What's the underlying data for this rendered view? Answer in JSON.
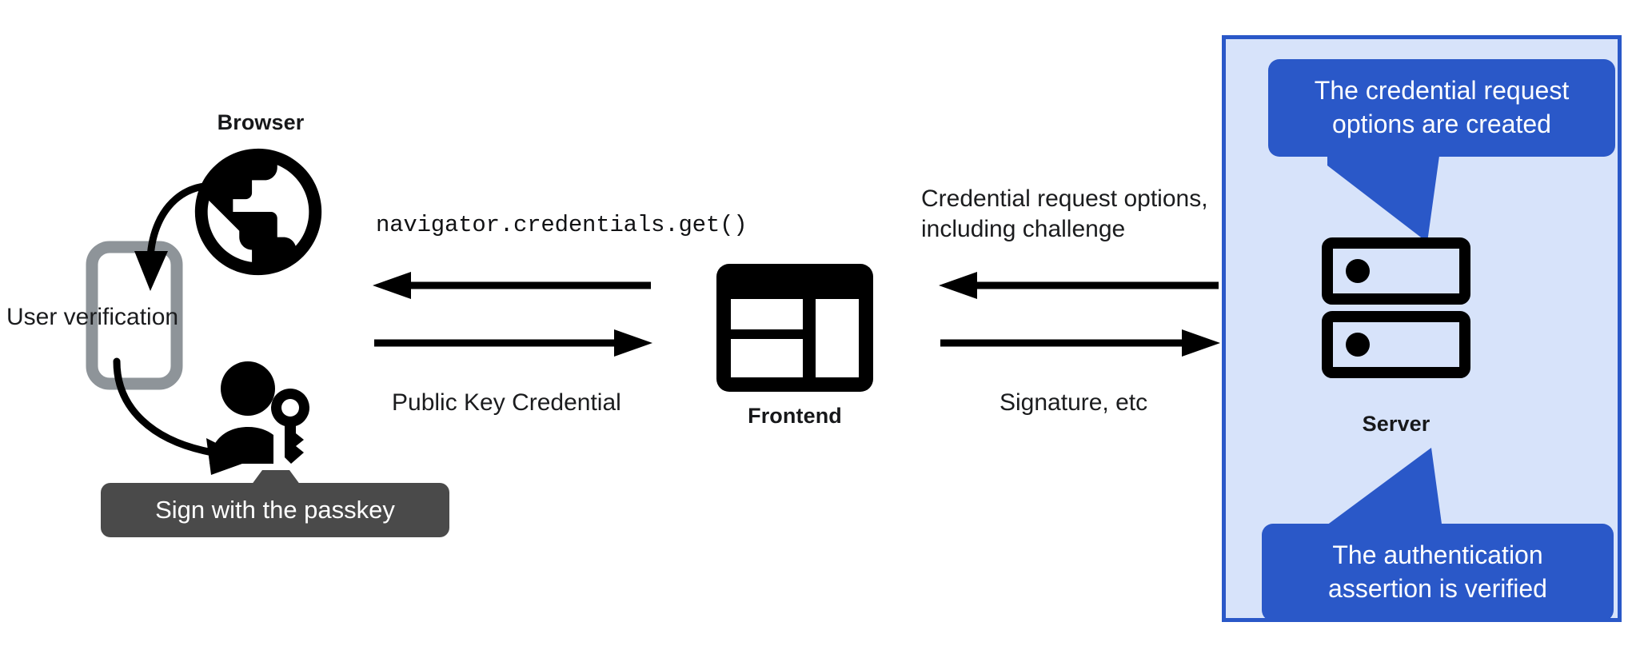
{
  "diagram": {
    "title": "WebAuthn passkey authentication flow",
    "colors": {
      "panel_fill": "#d7e3fa",
      "panel_border": "#2a58c8",
      "callout_blue": "#2a58c8",
      "tooltip_gray": "#4a4a4a",
      "icon_black": "#000000",
      "phone_gray": "#8e9499"
    }
  },
  "nodes": {
    "browser": {
      "label": "Browser",
      "icon": "globe-icon"
    },
    "phone": {
      "icon": "phone-icon"
    },
    "user": {
      "icon": "person-with-key-icon"
    },
    "frontend": {
      "label": "Frontend",
      "icon": "frontend-window-icon"
    },
    "server": {
      "label": "Server",
      "icon": "server-racks-icon"
    }
  },
  "annotations": {
    "user_verification": "User verification",
    "passkey_tooltip": "Sign with the passkey",
    "server_top_callout": "The credential request\noptions are created",
    "server_bottom_callout": "The authentication\nassertion is verified"
  },
  "flows": {
    "left": [
      {
        "direction": "left",
        "label": "navigator.credentials.get()",
        "style": "mono",
        "position": "above"
      },
      {
        "direction": "right",
        "label": "Public Key Credential",
        "style": "sans",
        "position": "below"
      }
    ],
    "right": [
      {
        "direction": "left",
        "label": "Credential request options,\nincluding challenge",
        "style": "sans",
        "position": "above"
      },
      {
        "direction": "right",
        "label": "Signature, etc",
        "style": "sans",
        "position": "below"
      }
    ]
  }
}
